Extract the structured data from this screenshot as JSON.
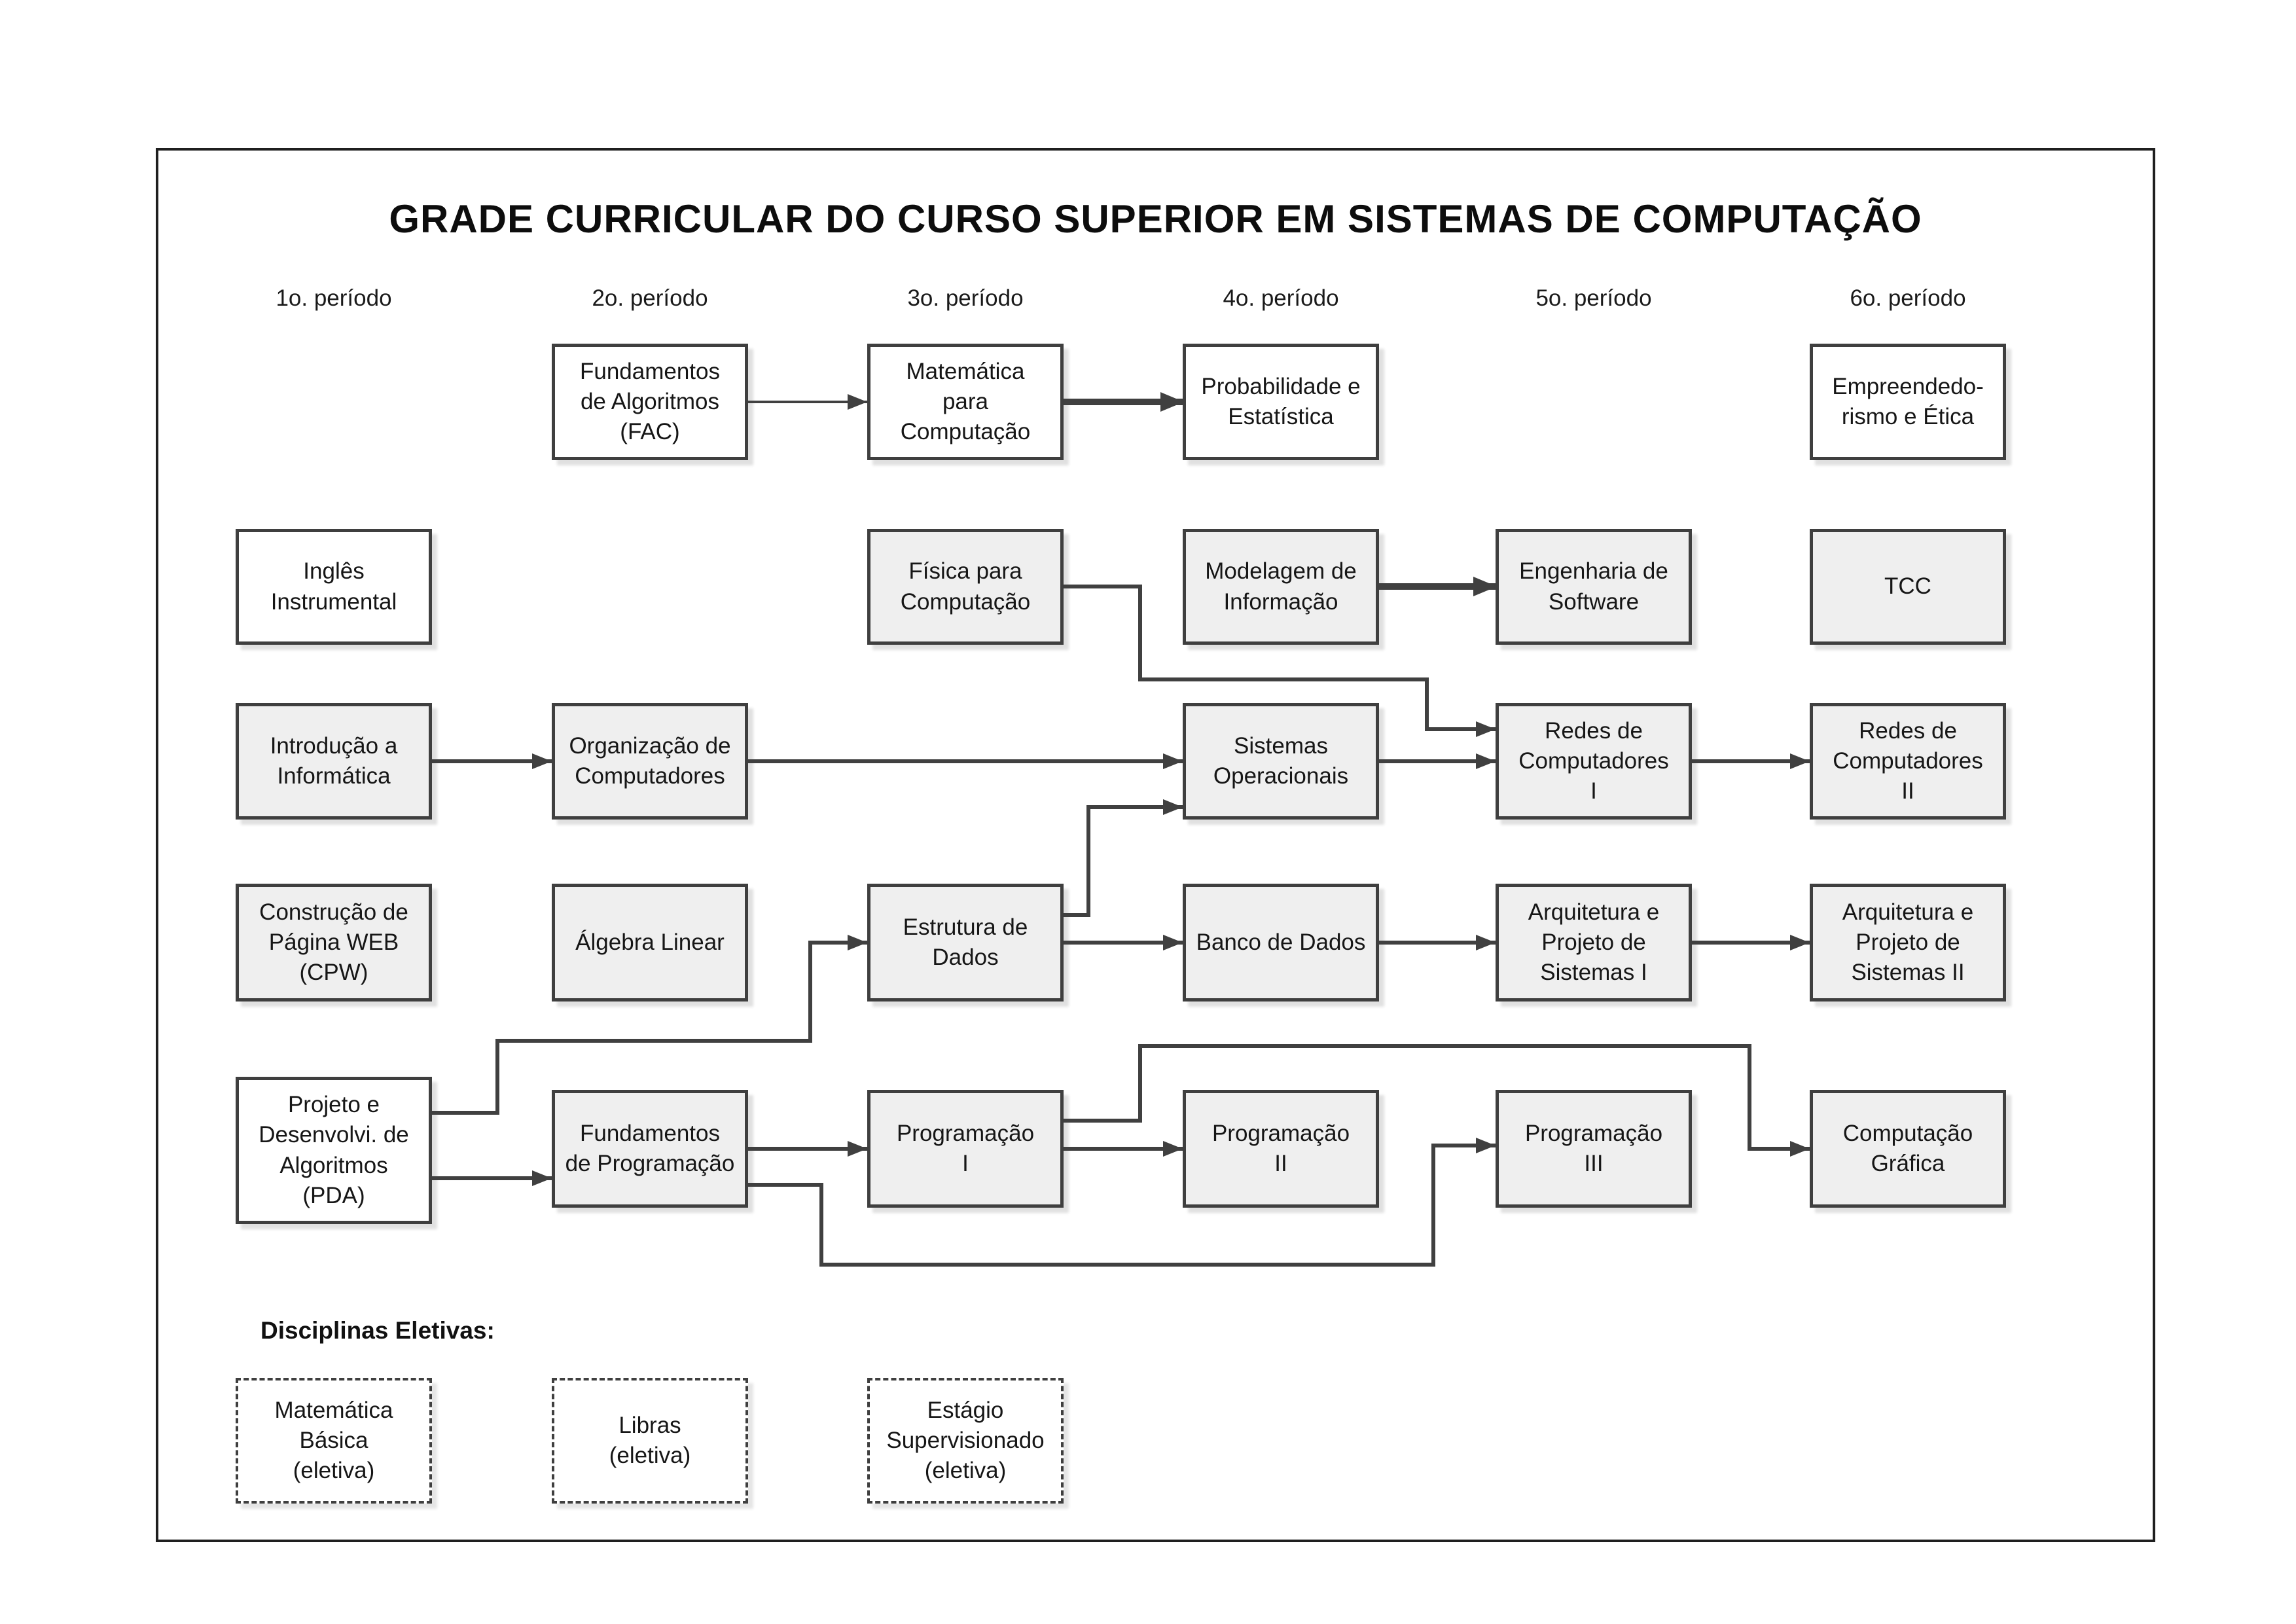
{
  "title": "GRADE CURRICULAR DO CURSO SUPERIOR EM SISTEMAS DE COMPUTAÇÃO",
  "columns": [
    "1o. período",
    "2o. período",
    "3o. período",
    "4o. período",
    "5o. período",
    "6o. período"
  ],
  "courses": [
    {
      "id": "fundamentos-algoritmos",
      "label": "Fundamentos\nde Algoritmos\n(FAC)",
      "period": 2,
      "row": 1,
      "fill": "white"
    },
    {
      "id": "matematica-computacao",
      "label": "Matemática\npara\nComputação",
      "period": 3,
      "row": 1,
      "fill": "white"
    },
    {
      "id": "probabilidade-estatistica",
      "label": "Probabilidade e\nEstatística",
      "period": 4,
      "row": 1,
      "fill": "white"
    },
    {
      "id": "empreendedorismo-etica",
      "label": "Empreendedo-\nrismo e Ética",
      "period": 6,
      "row": 1,
      "fill": "white"
    },
    {
      "id": "ingles-instrumental",
      "label": "Inglês\nInstrumental",
      "period": 1,
      "row": 2,
      "fill": "white"
    },
    {
      "id": "fisica-computacao",
      "label": "Física para\nComputação",
      "period": 3,
      "row": 2,
      "fill": "gray"
    },
    {
      "id": "modelagem-informacao",
      "label": "Modelagem de\nInformação",
      "period": 4,
      "row": 2,
      "fill": "gray"
    },
    {
      "id": "engenharia-software",
      "label": "Engenharia de\nSoftware",
      "period": 5,
      "row": 2,
      "fill": "gray"
    },
    {
      "id": "tcc",
      "label": "TCC",
      "period": 6,
      "row": 2,
      "fill": "gray"
    },
    {
      "id": "introducao-informatica",
      "label": "Introdução a\nInformática",
      "period": 1,
      "row": 3,
      "fill": "gray"
    },
    {
      "id": "organizacao-computadores",
      "label": "Organização de\nComputadores",
      "period": 2,
      "row": 3,
      "fill": "gray"
    },
    {
      "id": "sistemas-operacionais",
      "label": "Sistemas\nOperacionais",
      "period": 4,
      "row": 3,
      "fill": "gray"
    },
    {
      "id": "redes-computadores-1",
      "label": "Redes de\nComputadores\nI",
      "period": 5,
      "row": 3,
      "fill": "gray"
    },
    {
      "id": "redes-computadores-2",
      "label": "Redes de\nComputadores\nII",
      "period": 6,
      "row": 3,
      "fill": "gray"
    },
    {
      "id": "construcao-pagina-web",
      "label": "Construção de\nPágina WEB\n(CPW)",
      "period": 1,
      "row": 4,
      "fill": "gray"
    },
    {
      "id": "algebra-linear",
      "label": "Álgebra Linear",
      "period": 2,
      "row": 4,
      "fill": "gray"
    },
    {
      "id": "estrutura-dados",
      "label": "Estrutura de\nDados",
      "period": 3,
      "row": 4,
      "fill": "gray"
    },
    {
      "id": "banco-dados",
      "label": "Banco de Dados",
      "period": 4,
      "row": 4,
      "fill": "gray"
    },
    {
      "id": "arquitetura-sistemas-1",
      "label": "Arquitetura e\nProjeto de\nSistemas I",
      "period": 5,
      "row": 4,
      "fill": "gray"
    },
    {
      "id": "arquitetura-sistemas-2",
      "label": "Arquitetura e\nProjeto de\nSistemas II",
      "period": 6,
      "row": 4,
      "fill": "gray"
    },
    {
      "id": "pda",
      "label": "Projeto e\nDesenvolvi. de\nAlgoritmos\n(PDA)",
      "period": 1,
      "row": 5,
      "fill": "white"
    },
    {
      "id": "fundamentos-programacao",
      "label": "Fundamentos\nde Programação",
      "period": 2,
      "row": 5,
      "fill": "gray"
    },
    {
      "id": "programacao-1",
      "label": "Programação\nI",
      "period": 3,
      "row": 5,
      "fill": "gray"
    },
    {
      "id": "programacao-2",
      "label": "Programação\nII",
      "period": 4,
      "row": 5,
      "fill": "gray"
    },
    {
      "id": "programacao-3",
      "label": "Programação\nIII",
      "period": 5,
      "row": 5,
      "fill": "gray"
    },
    {
      "id": "computacao-grafica",
      "label": "Computação\nGráfica",
      "period": 6,
      "row": 5,
      "fill": "gray"
    }
  ],
  "electives_section": {
    "label": "Disciplinas Eletivas:",
    "items": [
      {
        "id": "matematica-basica",
        "label": "Matemática\nBásica\n(eletiva)",
        "period": 1
      },
      {
        "id": "libras",
        "label": "Libras\n(eletiva)",
        "period": 2
      },
      {
        "id": "estagio-supervisionado",
        "label": "Estágio\nSupervisionado\n(eletiva)",
        "period": 3
      }
    ]
  },
  "connections": [
    {
      "from": "fundamentos-algoritmos",
      "to": "matematica-computacao",
      "style": "thin"
    },
    {
      "from": "matematica-computacao",
      "to": "probabilidade-estatistica",
      "style": "bold"
    },
    {
      "from": "modelagem-informacao",
      "to": "engenharia-software",
      "style": "bold"
    },
    {
      "from": "introducao-informatica",
      "to": "organizacao-computadores",
      "style": "normal"
    },
    {
      "from": "organizacao-computadores",
      "to": "sistemas-operacionais",
      "style": "normal"
    },
    {
      "from": "sistemas-operacionais",
      "to": "redes-computadores-1",
      "style": "normal"
    },
    {
      "from": "redes-computadores-1",
      "to": "redes-computadores-2",
      "style": "normal"
    },
    {
      "from": "fisica-computacao",
      "to": "redes-computadores-1",
      "style": "normal"
    },
    {
      "from": "estrutura-dados",
      "to": "banco-dados",
      "style": "normal"
    },
    {
      "from": "banco-dados",
      "to": "arquitetura-sistemas-1",
      "style": "normal"
    },
    {
      "from": "arquitetura-sistemas-1",
      "to": "arquitetura-sistemas-2",
      "style": "normal"
    },
    {
      "from": "estrutura-dados",
      "to": "sistemas-operacionais",
      "style": "normal"
    },
    {
      "from": "pda",
      "to": "estrutura-dados",
      "style": "normal"
    },
    {
      "from": "pda",
      "to": "fundamentos-programacao",
      "style": "normal"
    },
    {
      "from": "fundamentos-programacao",
      "to": "programacao-1",
      "style": "normal"
    },
    {
      "from": "programacao-1",
      "to": "programacao-2",
      "style": "normal"
    },
    {
      "from": "programacao-1",
      "to": "computacao-grafica",
      "style": "normal"
    },
    {
      "from": "fundamentos-programacao",
      "to": "programacao-3",
      "style": "normal"
    }
  ],
  "colors": {
    "line": "#404040",
    "border": "#3f3f3f",
    "box_gray": "#efefef",
    "box_white": "#ffffff",
    "text": "#161616"
  }
}
